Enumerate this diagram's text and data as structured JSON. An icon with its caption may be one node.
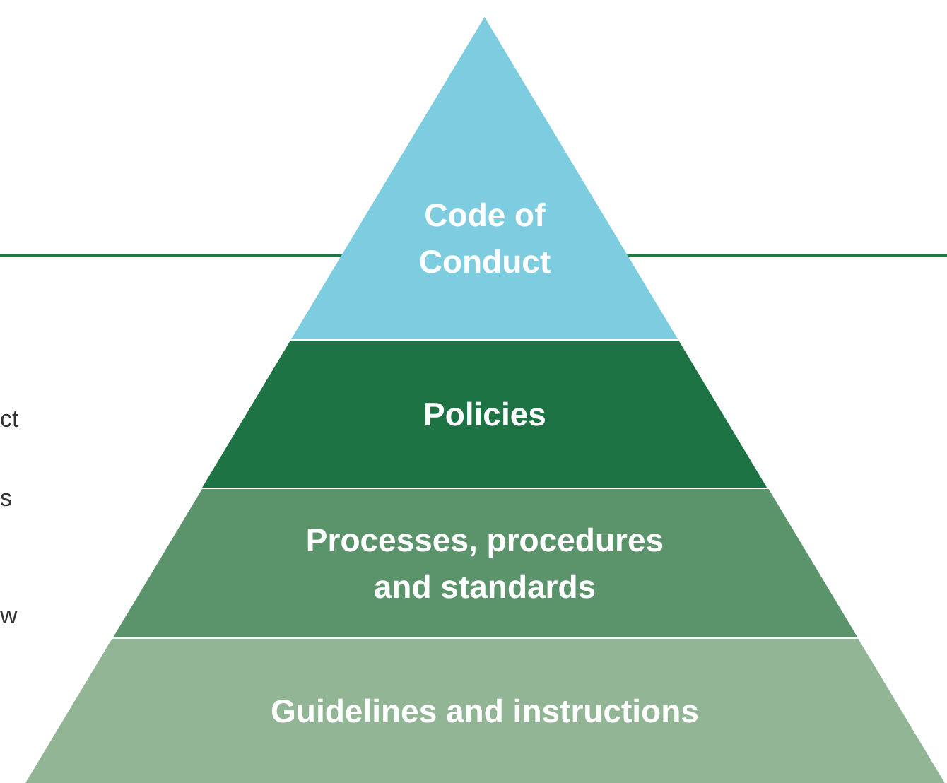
{
  "diagram": {
    "nodes": [
      {
        "text": [
          "Code of Conduct"
        ]
      },
      {
        "text": [
          "Policies"
        ]
      },
      {
        "text": [
          "Processes, procedures and standards"
        ]
      },
      {
        "text": [
          "Guidelines and instructions"
        ]
      }
    ],
    "labels": [
      "ct",
      "s",
      "w"
    ]
  }
}
